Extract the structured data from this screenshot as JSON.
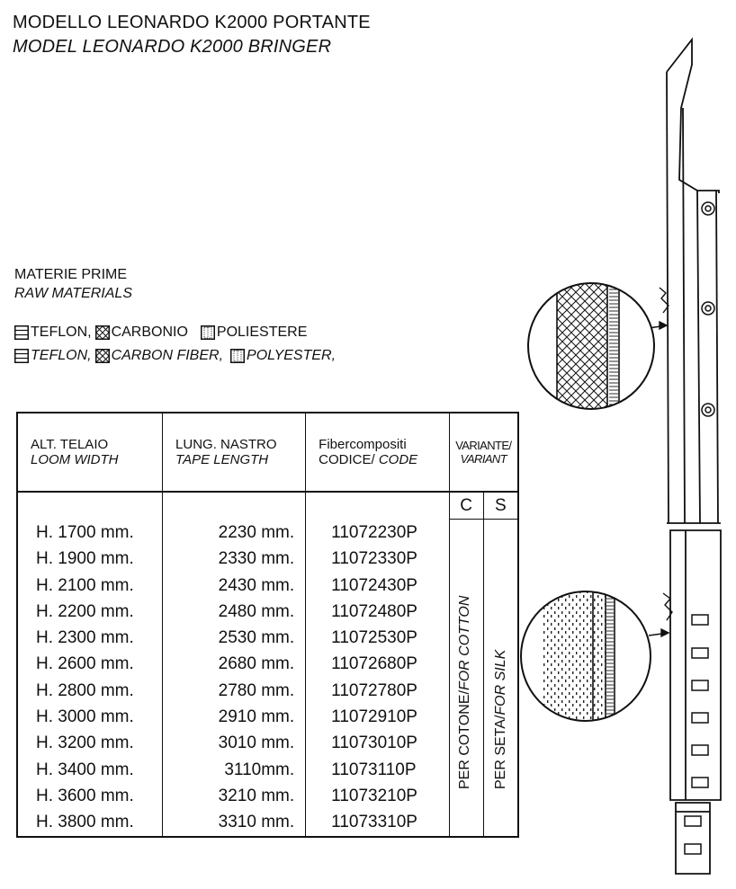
{
  "header": {
    "title_it": "MODELLO LEONARDO K2000 PORTANTE",
    "title_en": "MODEL LEONARDO K2000  BRINGER"
  },
  "materials": {
    "heading_it": "MATERIE PRIME",
    "heading_en": "RAW MATERIALS",
    "teflon_it": "TEFLON,",
    "carbon_it": "CARBONIO",
    "polyester_it": "POLIESTERE",
    "teflon_en": "TEFLON,",
    "carbon_en": "CARBON FIBER,",
    "polyester_en": "POLYESTER,"
  },
  "table": {
    "headers": {
      "col1_it": "ALT. TELAIO",
      "col1_en": "LOOM WIDTH",
      "col2_it": "LUNG. NASTRO",
      "col2_en": "TAPE LENGTH",
      "col3_it": "Fibercompositi",
      "col3_en_prefix": "CODICE/",
      "col3_en": "CODE",
      "col4_it": "VARIANTE/",
      "col4_en": "VARIANT"
    },
    "variant_c": "C",
    "variant_s": "S",
    "variant_cotton_it": "PER COTONE/",
    "variant_cotton_en": "FOR COTTON",
    "variant_silk_it": "PER SETA/",
    "variant_silk_en": "FOR SILK",
    "rows": [
      {
        "width": "H.  1700  mm.",
        "length": "2230  mm.",
        "code": "11072230P"
      },
      {
        "width": "H.  1900  mm.",
        "length": "2330  mm.",
        "code": "11072330P"
      },
      {
        "width": "H.  2100  mm.",
        "length": "2430  mm.",
        "code": "11072430P"
      },
      {
        "width": "H.  2200  mm.",
        "length": "2480  mm.",
        "code": "11072480P"
      },
      {
        "width": "H.  2300  mm.",
        "length": "2530  mm.",
        "code": "11072530P"
      },
      {
        "width": "H.  2600  mm.",
        "length": "2680  mm.",
        "code": "11072680P"
      },
      {
        "width": "H.  2800  mm.",
        "length": "2780  mm.",
        "code": "11072780P"
      },
      {
        "width": "H.  3000  mm.",
        "length": "2910  mm.",
        "code": "11072910P"
      },
      {
        "width": "H.  3200  mm.",
        "length": "3010  mm.",
        "code": "11073010P"
      },
      {
        "width": "H.  3400  mm.",
        "length": "3110mm.",
        "code": "11073110P"
      },
      {
        "width": "H.  3600  mm.",
        "length": "3210  mm.",
        "code": "11073210P"
      },
      {
        "width": "H.  3800  mm.",
        "length": "3310  mm.",
        "code": "11073310P"
      }
    ]
  }
}
